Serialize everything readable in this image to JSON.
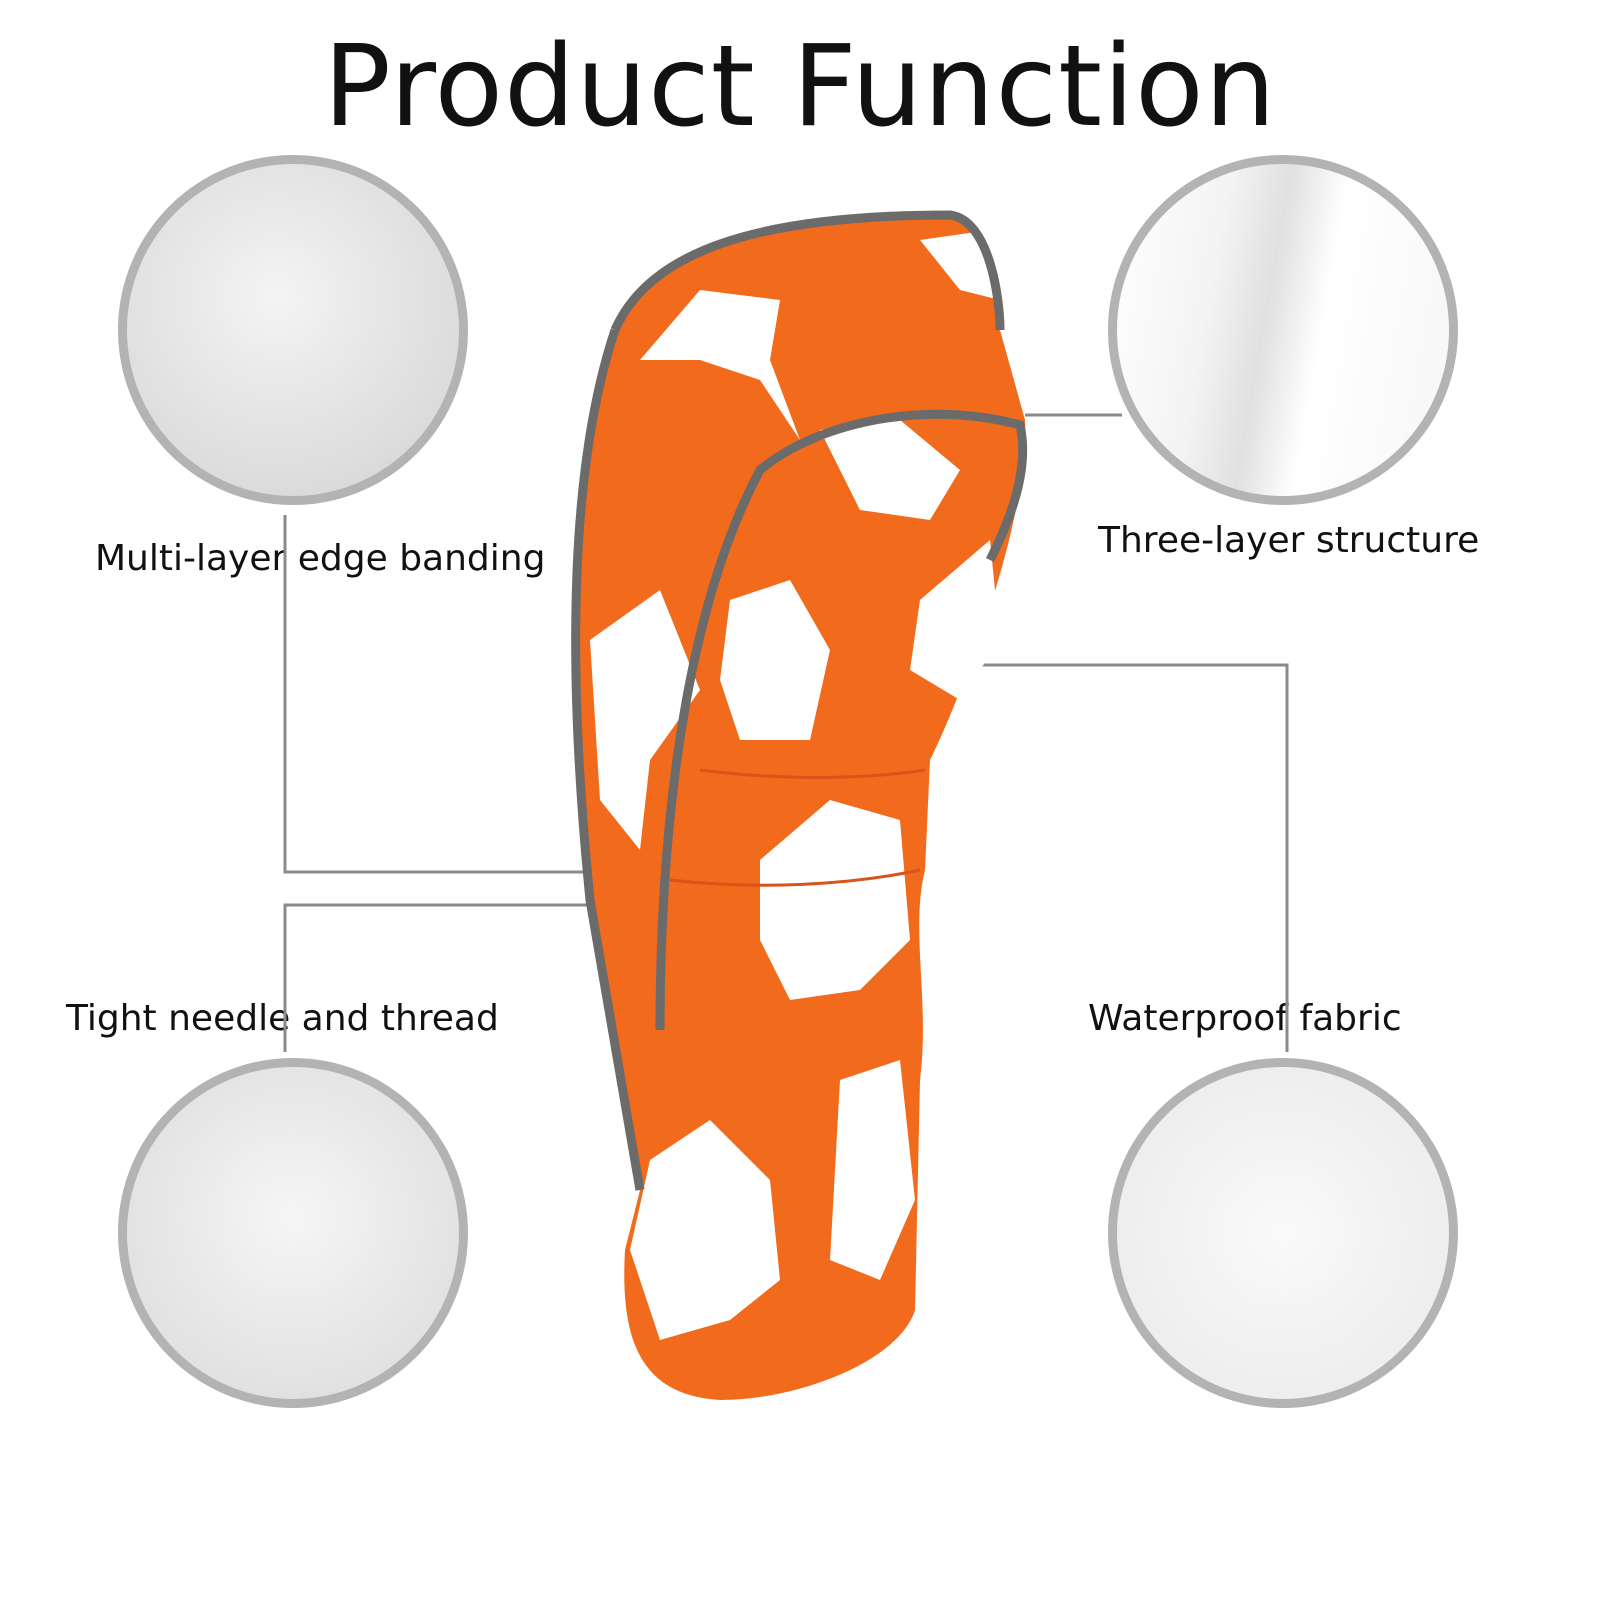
{
  "title": "Product Function",
  "features": [
    {
      "label": "Multi-layer edge banding"
    },
    {
      "label": "Three-layer structure"
    },
    {
      "label": "Tight needle and thread"
    },
    {
      "label": "Waterproof fabric"
    }
  ],
  "colors": {
    "orange": "#f26a1b",
    "piping": "#6b6b6b",
    "ring": "#b3b3b3",
    "line": "#8a8a8a"
  }
}
